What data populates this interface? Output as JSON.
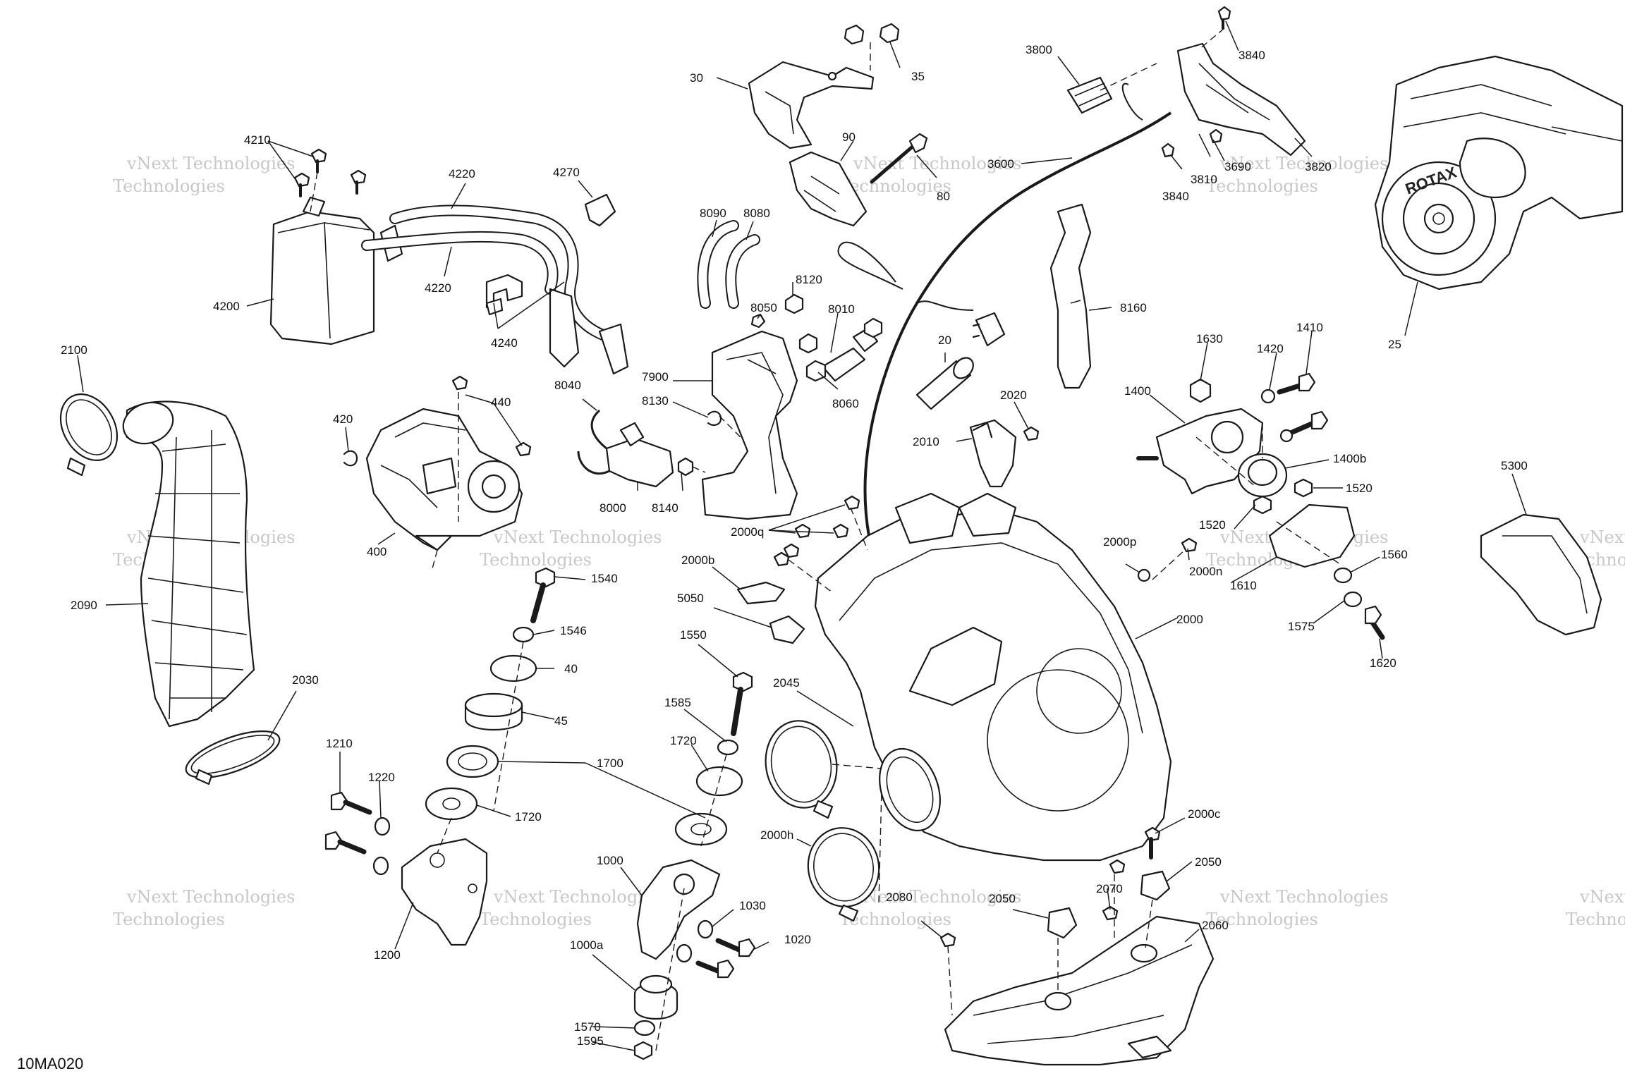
{
  "reference_code": "10MA020",
  "brand_logo_text": "ROTAX",
  "watermark_text": [
    "vNext Technologies",
    "Technologies"
  ],
  "callouts": {
    "c30": "30",
    "c35": "35",
    "c90": "90",
    "c80": "80",
    "c3800": "3800",
    "c3840a": "3840",
    "c3840b": "3840",
    "c3600": "3600",
    "c3810": "3810",
    "c3690": "3690",
    "c3820": "3820",
    "c4210": "4210",
    "c4220a": "4220",
    "c4220b": "4220",
    "c4270": "4270",
    "c4200": "4200",
    "c4240": "4240",
    "c8090": "8090",
    "c8080": "8080",
    "c8050": "8050",
    "c8120": "8120",
    "c8010": "8010",
    "c8060": "8060",
    "c8160": "8160",
    "c7900": "7900",
    "c8040": "8040",
    "c8130": "8130",
    "c8000": "8000",
    "c8140": "8140",
    "c20": "20",
    "c2020": "2020",
    "c2010": "2010",
    "c2100": "2100",
    "c2090": "2090",
    "c2030": "2030",
    "c420": "420",
    "c440": "440",
    "c400": "400",
    "c1540": "1540",
    "c1546": "1546",
    "c40": "40",
    "c45": "45",
    "c1700": "1700",
    "c1720a": "1720",
    "c1720b": "1720",
    "c1210": "1210",
    "c1220": "1220",
    "c1200": "1200",
    "c1550": "1550",
    "c1585": "1585",
    "c1000": "1000",
    "c1030": "1030",
    "c1020": "1020",
    "c1000a": "1000a",
    "c1570": "1570",
    "c1595": "1595",
    "c2000q": "2000q",
    "c2000b": "2000b",
    "c5050": "5050",
    "c2045": "2045",
    "c2000h": "2000h",
    "c2080": "2080",
    "c2000p": "2000p",
    "c2000n": "2000n",
    "c2000": "2000",
    "c2000c": "2000c",
    "c2050a": "2050",
    "c2050b": "2050",
    "c2070": "2070",
    "c2060": "2060",
    "c1630": "1630",
    "c1420": "1420",
    "c1410": "1410",
    "c1400": "1400",
    "c1400b": "1400b",
    "c1520a": "1520",
    "c1520b": "1520",
    "c1610": "1610",
    "c1560": "1560",
    "c1575": "1575",
    "c1620": "1620",
    "c25": "25",
    "c5300": "5300"
  }
}
